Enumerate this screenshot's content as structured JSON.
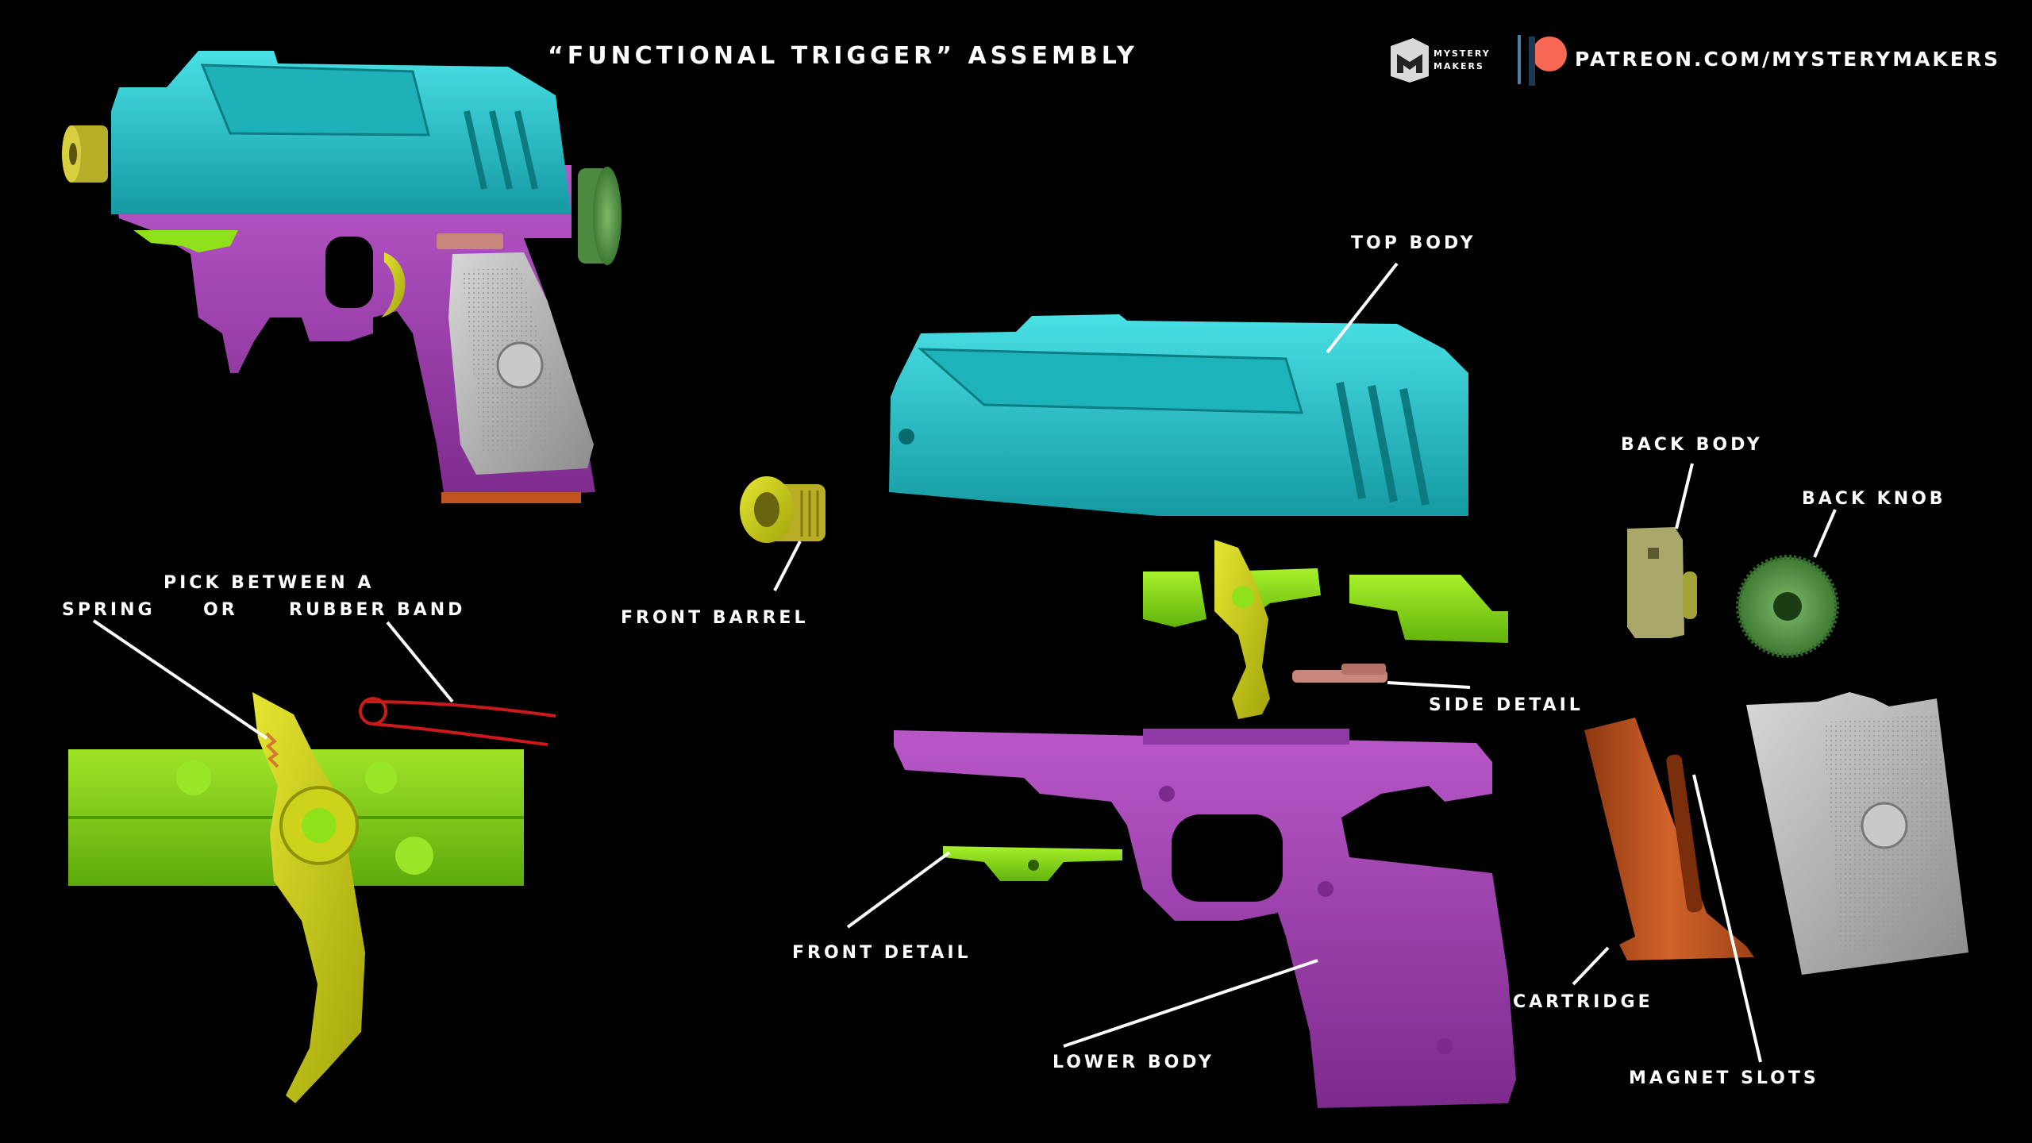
{
  "header": {
    "title": "“FUNCTIONAL TRIGGER” ASSEMBLY",
    "brand_line1": "MYSTERY",
    "brand_line2": "MAKERS",
    "patreon_url": "PATREON.COM/MYSTERYMAKERS"
  },
  "labels": {
    "pick_between": "PICK BETWEEN A",
    "spring": "SPRING",
    "or": "OR",
    "rubber_band": "RUBBER BAND",
    "front_barrel": "FRONT BARREL",
    "top_body": "TOP BODY",
    "back_body": "BACK BODY",
    "back_knob": "BACK KNOB",
    "side_detail": "SIDE DETAIL",
    "front_detail": "FRONT DETAIL",
    "lower_body": "LOWER BODY",
    "cartridge": "CARTRIDGE",
    "magnet_slots": "MAGNET SLOTS"
  },
  "colors": {
    "background": "#000000",
    "top_body": "#2ec8cf",
    "lower_body": "#a13fb4",
    "barrel": "#b9b02a",
    "trigger": "#cfd21a",
    "green_parts": "#8fe11a",
    "side_detail": "#c9867a",
    "back_body": "#a9a86a",
    "back_knob": "#5a9a4c",
    "cartridge": "#c0531f",
    "grip": "#b7b7b7",
    "patreon_dot": "#f96854",
    "spring_line": "#cc1a1a"
  },
  "icons": {
    "logo": "mystery-makers-logo-icon",
    "patreon": "patreon-dot-icon"
  }
}
